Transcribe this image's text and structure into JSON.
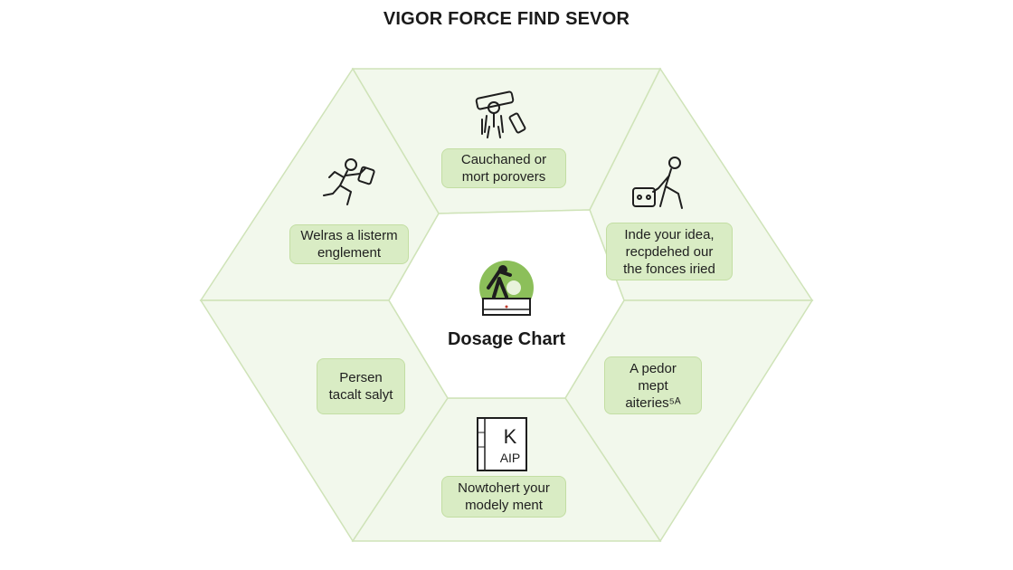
{
  "title": "VIGOR FORCE FIND SEVOR",
  "center": {
    "title": "Dosage Chart",
    "icon": "person-lifting-icon"
  },
  "segments": [
    {
      "id": "top",
      "label": "Cauchaned or\nmort porovers",
      "icon": "person-carrying-icon"
    },
    {
      "id": "upper-left",
      "label": "Welras a listerm\nenglement",
      "icon": "running-person-icon"
    },
    {
      "id": "upper-right",
      "label": "Inde your idea,\nrecpdehed our\nthe fonces iried",
      "icon": "person-pushing-box-icon"
    },
    {
      "id": "lower-left",
      "label": "Persen\ntacalt salyt",
      "icon": ""
    },
    {
      "id": "lower-right",
      "label": "A pedor\nmept aiteries⁵ᴬ",
      "icon": ""
    },
    {
      "id": "bottom",
      "label": "Nowtohert your\nmodely ment",
      "icon": "document-k-aip-icon",
      "icon_text_top": "K",
      "icon_text_bottom": "AIP"
    }
  ],
  "colors": {
    "fill": "#f2f8ec",
    "stroke": "#cfe3b8",
    "label_fill": "#d9ecc4",
    "accent": "#8cbf5a"
  }
}
